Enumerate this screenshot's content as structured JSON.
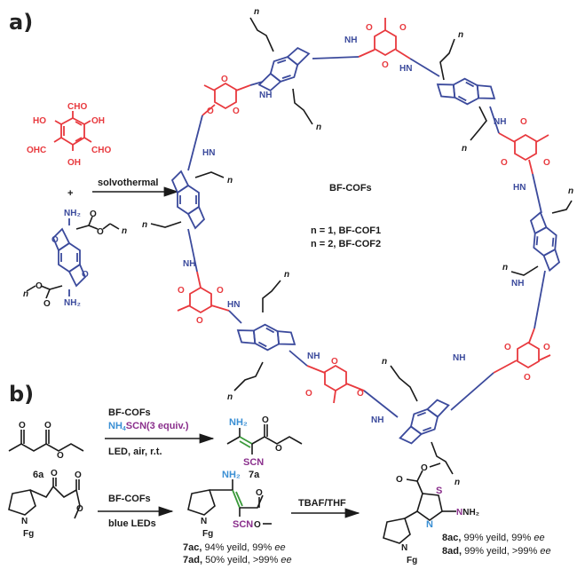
{
  "figure": {
    "panel_a_label": "a)",
    "panel_b_label": "b)",
    "colors": {
      "aldehyde_monomer": "#e8393e",
      "benzodifuran_monomer": "#3b4a9c",
      "ester_linker": "#1a1a1a",
      "amine_group": "#3a8fd4",
      "thiocyanate_group": "#8a2f8c",
      "new_double_bond": "#3a9a3a"
    }
  },
  "panel_a": {
    "monomer1": {
      "groups": [
        "CHO",
        "HO",
        "OH",
        "OHC",
        "CHO",
        "OH"
      ]
    },
    "plus": "+",
    "monomer2": {
      "amine_top": "NH2",
      "amine_bottom": "NH2",
      "ring_oxygen": "O",
      "carbonyl_oxygen": "O",
      "ester_oxygen": "O",
      "repeat_index": "n"
    },
    "reaction_condition": "solvothermal",
    "product_name": "BF-COFs",
    "variants": [
      "n = 1, BF-COF1",
      "n = 2, BF-COF2"
    ],
    "framework_atoms": {
      "linker_nh": "NH",
      "linker_hn": "HN",
      "ketone_o": "O",
      "furan_o": "O",
      "repeat_index": "n"
    }
  },
  "panel_b": {
    "reaction1": {
      "substrate_label": "6a",
      "substrate_oxygen": "O",
      "catalyst": "BF-COFs",
      "reagent": "NH4SCN(3 equiv.)",
      "reagent_parts": {
        "nh4": "NH",
        "sub4": "4",
        "rest": "SCN(3 equiv.)"
      },
      "conditions": "LED, air, r.t.",
      "product_label": "7a",
      "product_amine": "NH2",
      "product_scn": "SCN",
      "product_oxygen": "O"
    },
    "reaction2": {
      "substrate_n": "N",
      "substrate_fg": "Fg",
      "substrate_oxygen": "O",
      "catalyst": "BF-COFs",
      "conditions": "blue LEDs",
      "product_amine": "NH2",
      "product_scn": "SCN",
      "product_n": "N",
      "product_fg": "Fg",
      "product_oxygen": "O",
      "results": [
        {
          "compound": "7ac,",
          "yield": " 94% yeild, 99% ",
          "ee": "ee"
        },
        {
          "compound": "7ad,",
          "yield": " 50% yeild, >99% ",
          "ee": "ee"
        }
      ]
    },
    "reaction3": {
      "conditions": "TBAF/THF",
      "product_s": "S",
      "product_n_ring": "N",
      "product_nh2": "NH2",
      "product_n": "N",
      "product_fg": "Fg",
      "product_oxygen": "O",
      "results": [
        {
          "compound": "8ac,",
          "yield": " 99% yeild, 99% ",
          "ee": "ee"
        },
        {
          "compound": "8ad,",
          "yield": " 99% yeild, >99% ",
          "ee": "ee"
        }
      ]
    }
  }
}
